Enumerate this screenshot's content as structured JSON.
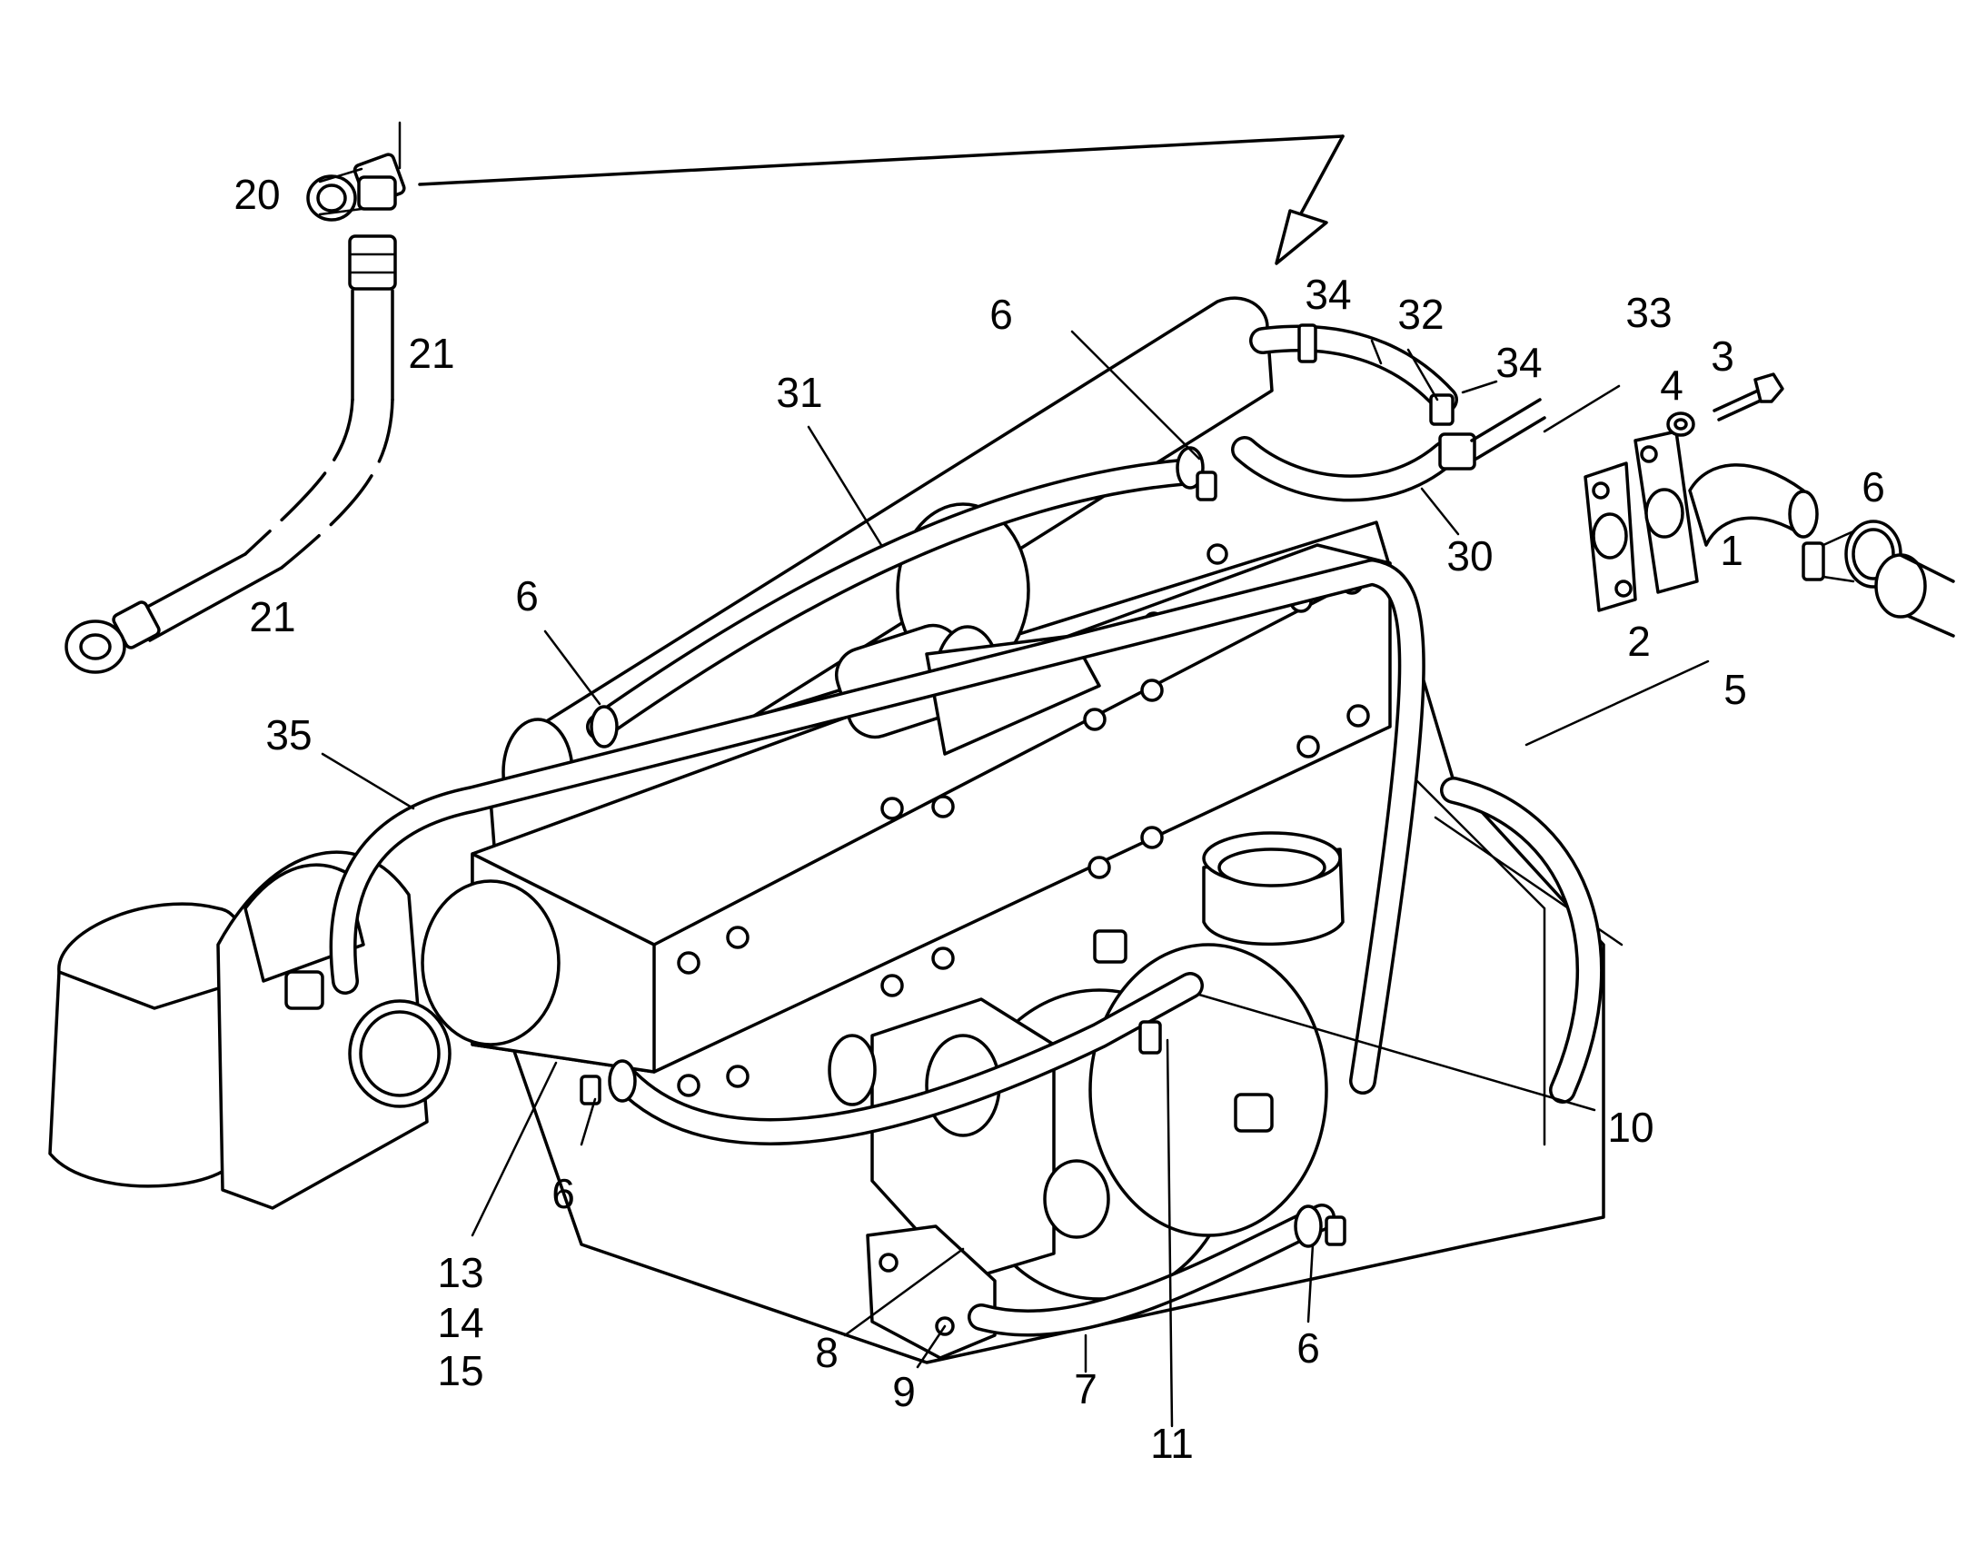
{
  "callouts": [
    {
      "id": "c1",
      "text": "1"
    },
    {
      "id": "c2",
      "text": "2"
    },
    {
      "id": "c3",
      "text": "3"
    },
    {
      "id": "c4",
      "text": "4"
    },
    {
      "id": "c5",
      "text": "5"
    },
    {
      "id": "c6a",
      "text": "6"
    },
    {
      "id": "c6b",
      "text": "6"
    },
    {
      "id": "c6c",
      "text": "6"
    },
    {
      "id": "c6d",
      "text": "6"
    },
    {
      "id": "c6e",
      "text": "6"
    },
    {
      "id": "c7",
      "text": "7"
    },
    {
      "id": "c8",
      "text": "8"
    },
    {
      "id": "c9",
      "text": "9"
    },
    {
      "id": "c10",
      "text": "10"
    },
    {
      "id": "c11",
      "text": "11"
    },
    {
      "id": "c13",
      "text": "13"
    },
    {
      "id": "c14",
      "text": "14"
    },
    {
      "id": "c15",
      "text": "15"
    },
    {
      "id": "c20",
      "text": "20"
    },
    {
      "id": "c21a",
      "text": "21"
    },
    {
      "id": "c21b",
      "text": "21"
    },
    {
      "id": "c30",
      "text": "30"
    },
    {
      "id": "c31",
      "text": "31"
    },
    {
      "id": "c32",
      "text": "32"
    },
    {
      "id": "c33",
      "text": "33"
    },
    {
      "id": "c34a",
      "text": "34"
    },
    {
      "id": "c34b",
      "text": "34"
    },
    {
      "id": "c35",
      "text": "35"
    }
  ]
}
